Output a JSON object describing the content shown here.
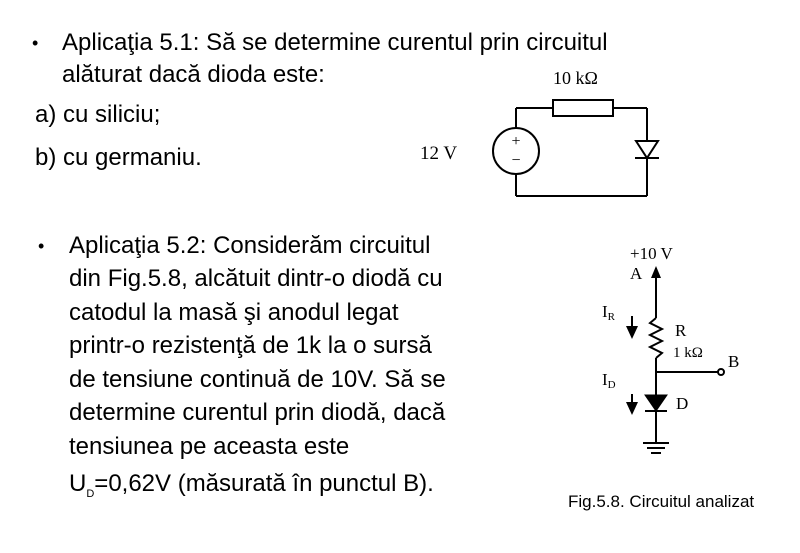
{
  "app5_1": {
    "bullet": "•",
    "line1": "Aplicaţia 5.1: Să se determine curentul prin circuitul",
    "line2": "alăturat dacă dioda este:",
    "item_a": "a) cu siliciu;",
    "item_b": "b) cu germaniu."
  },
  "circuit1": {
    "resistor_label": "10 kΩ",
    "source_label": "12 V",
    "plus": "+",
    "minus": "−"
  },
  "app5_2": {
    "bullet": "•",
    "lines": [
      "Aplicaţia 5.2: Considerăm circuitul",
      "din Fig.5.8, alcătuit dintr-o diodă cu",
      "catodul la masă şi anodul legat",
      "printr-o rezistenţă de 1k la o sursă",
      "de tensiune continuă de 10V. Să se",
      "determine curentul prin diodă, dacă",
      "tensiunea pe aceasta este"
    ],
    "last_line_prefix": "U",
    "last_line_sub": "D",
    "last_line_rest": "=0,62V (măsurată în punctul B)."
  },
  "circuit2": {
    "supply_label": "+10 V",
    "node_a": "A",
    "current_ir": "I",
    "current_ir_sub": "R",
    "resistor_name": "R",
    "resistor_value": "1 kΩ",
    "node_b": "B",
    "current_id": "I",
    "current_id_sub": "D",
    "diode_name": "D"
  },
  "caption": "Fig.5.8. Circuitul analizat"
}
